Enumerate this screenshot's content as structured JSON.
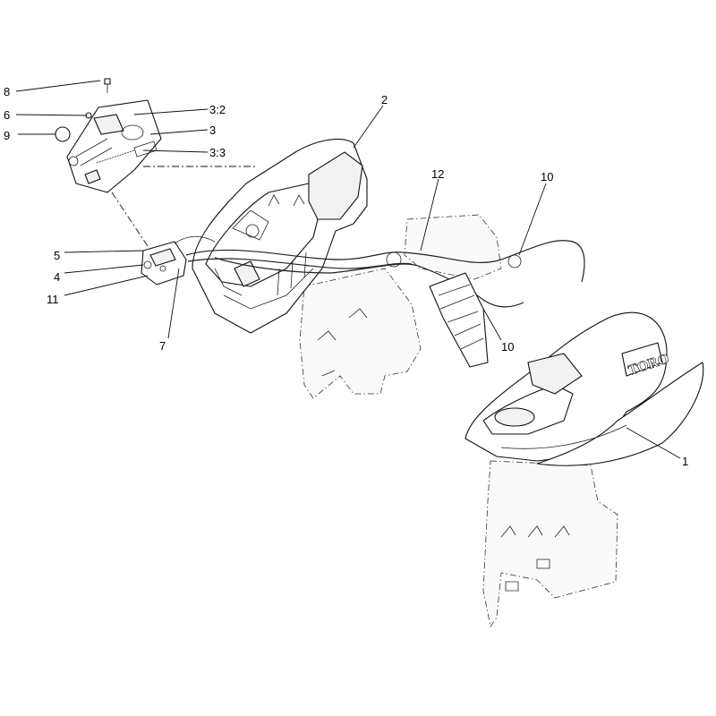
{
  "callouts": {
    "c1": "1",
    "c2": "2",
    "c3": "3",
    "c3_2": "3:2",
    "c3_3": "3:3",
    "c4": "4",
    "c5": "5",
    "c6": "6",
    "c7": "7",
    "c8": "8",
    "c9": "9",
    "c10a": "10",
    "c10b": "10",
    "c11": "11",
    "c12": "12"
  },
  "brand": "TORO"
}
